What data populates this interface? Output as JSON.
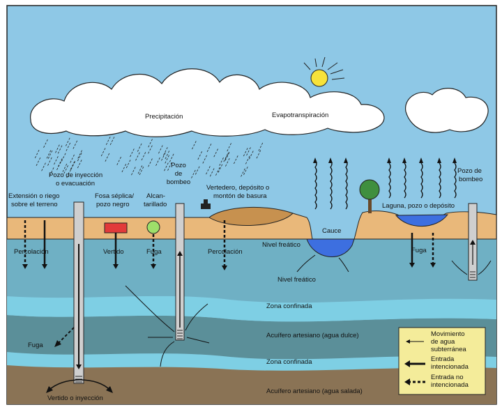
{
  "colors": {
    "sky": "#8ec8e6",
    "soil": "#e9b87a",
    "water_table_zone": "#6fb0c4",
    "confined": "#7ecfe4",
    "aquifer_fresh": "#5b8f99",
    "aquifer_salt": "#8a7355",
    "water": "#3d6fe0",
    "legend_bg": "#f4ec9a",
    "sun": "#f7e23a"
  },
  "icons": {
    "sun": "sun-icon",
    "clouds": "cloud-icon",
    "tree": "tree-icon",
    "septic_tank": "septic-tank-icon",
    "sewer_leak": "sewer-leak-icon",
    "bulldozer": "bulldozer-icon"
  },
  "labels": {
    "precipitacion": "Precipitación",
    "evapotranspiracion": "Evapotranspiración",
    "pozo_inyeccion_1": "Pozo de inyección",
    "pozo_inyeccion_2": "o evacuación",
    "extension_1": "Extensión o riego",
    "extension_2": "sobre el terreno",
    "fosa_1": "Fosa séplica/",
    "fosa_2": "pozo negro",
    "alcan_1": "Alcan-",
    "alcan_2": "tarillado",
    "pozo_bombeo_1_a": "Pozo",
    "pozo_bombeo_1_b": "de",
    "pozo_bombeo_1_c": "bombeo",
    "vertedero_1": "Vertedero, depósito o",
    "vertedero_2": "montón de basura",
    "cauce": "Cauce",
    "laguna": "Laguna, pozo o depósito",
    "pozo_bombeo_2_a": "Pozo de",
    "pozo_bombeo_2_b": "bombeo",
    "percolacion_1": "Percolación",
    "vertido": "Vertido",
    "fuga_1": "Fuga",
    "percolacion_2": "Percolación",
    "nivel_freatico_1": "Nivel freático",
    "nivel_freatico_2": "Nivel freático",
    "fuga_2": "Fuga",
    "zona_confinada_1": "Zona confinada",
    "acuifero_dulce": "Acuífero  artesiano (agua dulce)",
    "zona_confinada_2": "Zona  confinada",
    "acuifero_salada": "Acuífero  artesiano (agua salada)",
    "fuga_3": "Fuga",
    "vertido_inyeccion": "Vertido o inyección"
  },
  "legend": {
    "item1_a": "Movimiento",
    "item1_b": "de agua",
    "item1_c": "subterránea",
    "item2_a": "Entrada",
    "item2_b": "intencionada",
    "item3_a": "Entrada no",
    "item3_b": "intencionada"
  }
}
